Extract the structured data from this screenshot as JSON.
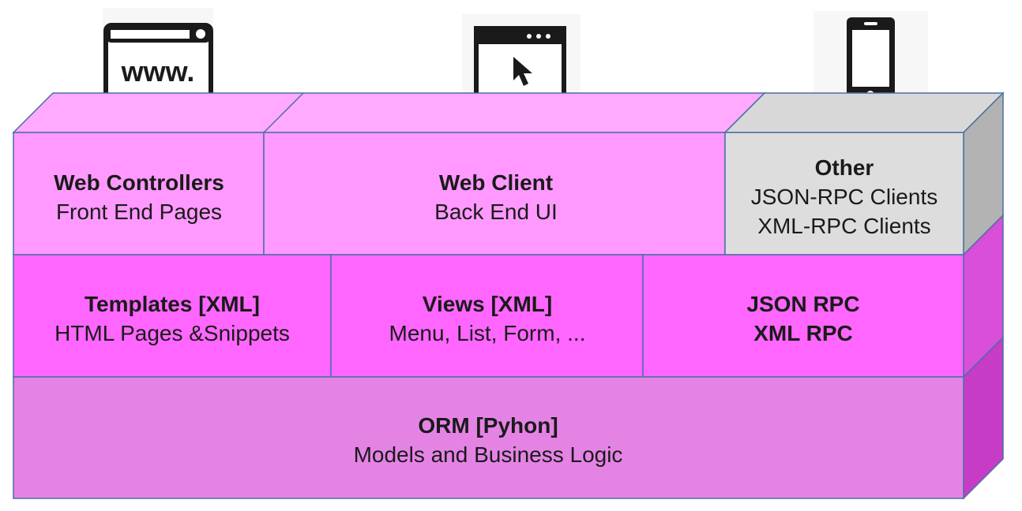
{
  "clients": {
    "web_icon_text": "www."
  },
  "layers": {
    "top": {
      "web_controllers": {
        "title": "Web Controllers",
        "subtitle": "Front End Pages"
      },
      "web_client": {
        "title": "Web Client",
        "subtitle": "Back End UI"
      },
      "other": {
        "title": "Other",
        "line1": "JSON-RPC Clients",
        "line2": "XML-RPC Clients"
      }
    },
    "middle": {
      "templates": {
        "title": "Templates [XML]",
        "subtitle": "HTML Pages &Snippets"
      },
      "views": {
        "title": "Views [XML]",
        "subtitle": "Menu, List, Form, ..."
      },
      "rpc": {
        "line1": "JSON RPC",
        "line2": "XML RPC"
      }
    },
    "bottom": {
      "orm": {
        "title": "ORM [Pyhon]",
        "subtitle": "Models and Business Logic"
      }
    }
  },
  "colors": {
    "top_pink": "#ff99ff",
    "top_pink_face": "#ffaaff",
    "other_gray": "#dddddd",
    "other_gray_side": "#b3b3b3",
    "middle_magenta": "#ff66ff",
    "middle_side": "#d94fd9",
    "bottom_orchid": "#e583e5",
    "bottom_side": "#c63cc6",
    "border": "#4a6fa5",
    "icon_dark": "#1a1a1a"
  }
}
